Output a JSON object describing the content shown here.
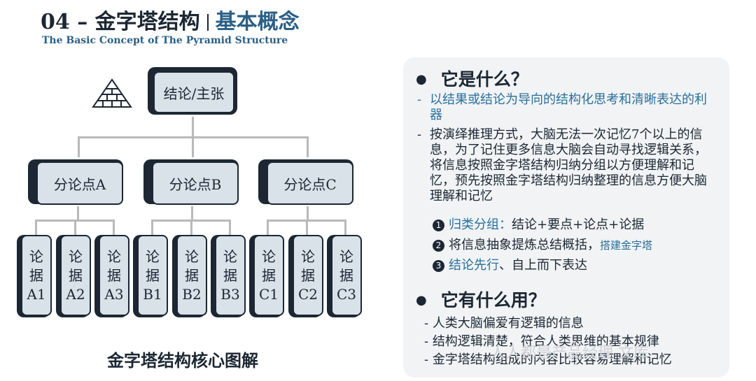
{
  "header": {
    "title_main": "04 – 金字塔结构",
    "title_highlight": "基本概念",
    "subtitle": "The Basic Concept of The Pyramid Structure"
  },
  "diagram": {
    "root": "结论/主张",
    "mids": [
      "分论点A",
      "分论点B",
      "分论点C"
    ],
    "leaves": [
      "论\n据\nA1",
      "论\n据\nA2",
      "论\n据\nA3",
      "论\n据\nB1",
      "论\n据\nB2",
      "论\n据\nB3",
      "论\n据\nC1",
      "论\n据\nC2",
      "论\n据\nC3"
    ],
    "icon": "pyramid-icon",
    "caption": "金字塔结构核心图解"
  },
  "panel": {
    "section1_title": "它是什么？",
    "point1": "以结果或结论为导向的结构化思考和清晰表达的利器",
    "point2": "按演绎推理方式，大脑无法一次记忆7个以上的信息，为了记住更多信息大脑会自动寻找逻辑关系，将信息按照金字塔结构归纳分组以方便理解和记忆，预先按照金字塔结构归纳整理的信息方便大脑理解和记忆",
    "items": [
      {
        "num": "1",
        "blue": "归类分组：",
        "rest": "结论+要点+论点+论据",
        "tail": ""
      },
      {
        "num": "2",
        "blue": "",
        "rest": "将信息抽象提炼总结概括，",
        "tail": "搭建金字塔"
      },
      {
        "num": "3",
        "blue": "结论先行",
        "rest": "、自上而下表达",
        "tail": ""
      }
    ],
    "section2_title": "它有什么用？",
    "uses": [
      "人类大脑偏爱有逻辑的信息",
      "结构逻辑清楚，符合人类思维的基本规律",
      "金字塔结构组成的内容比较容易理解和记忆"
    ]
  },
  "watermark": "人人都是产品经理 文库"
}
